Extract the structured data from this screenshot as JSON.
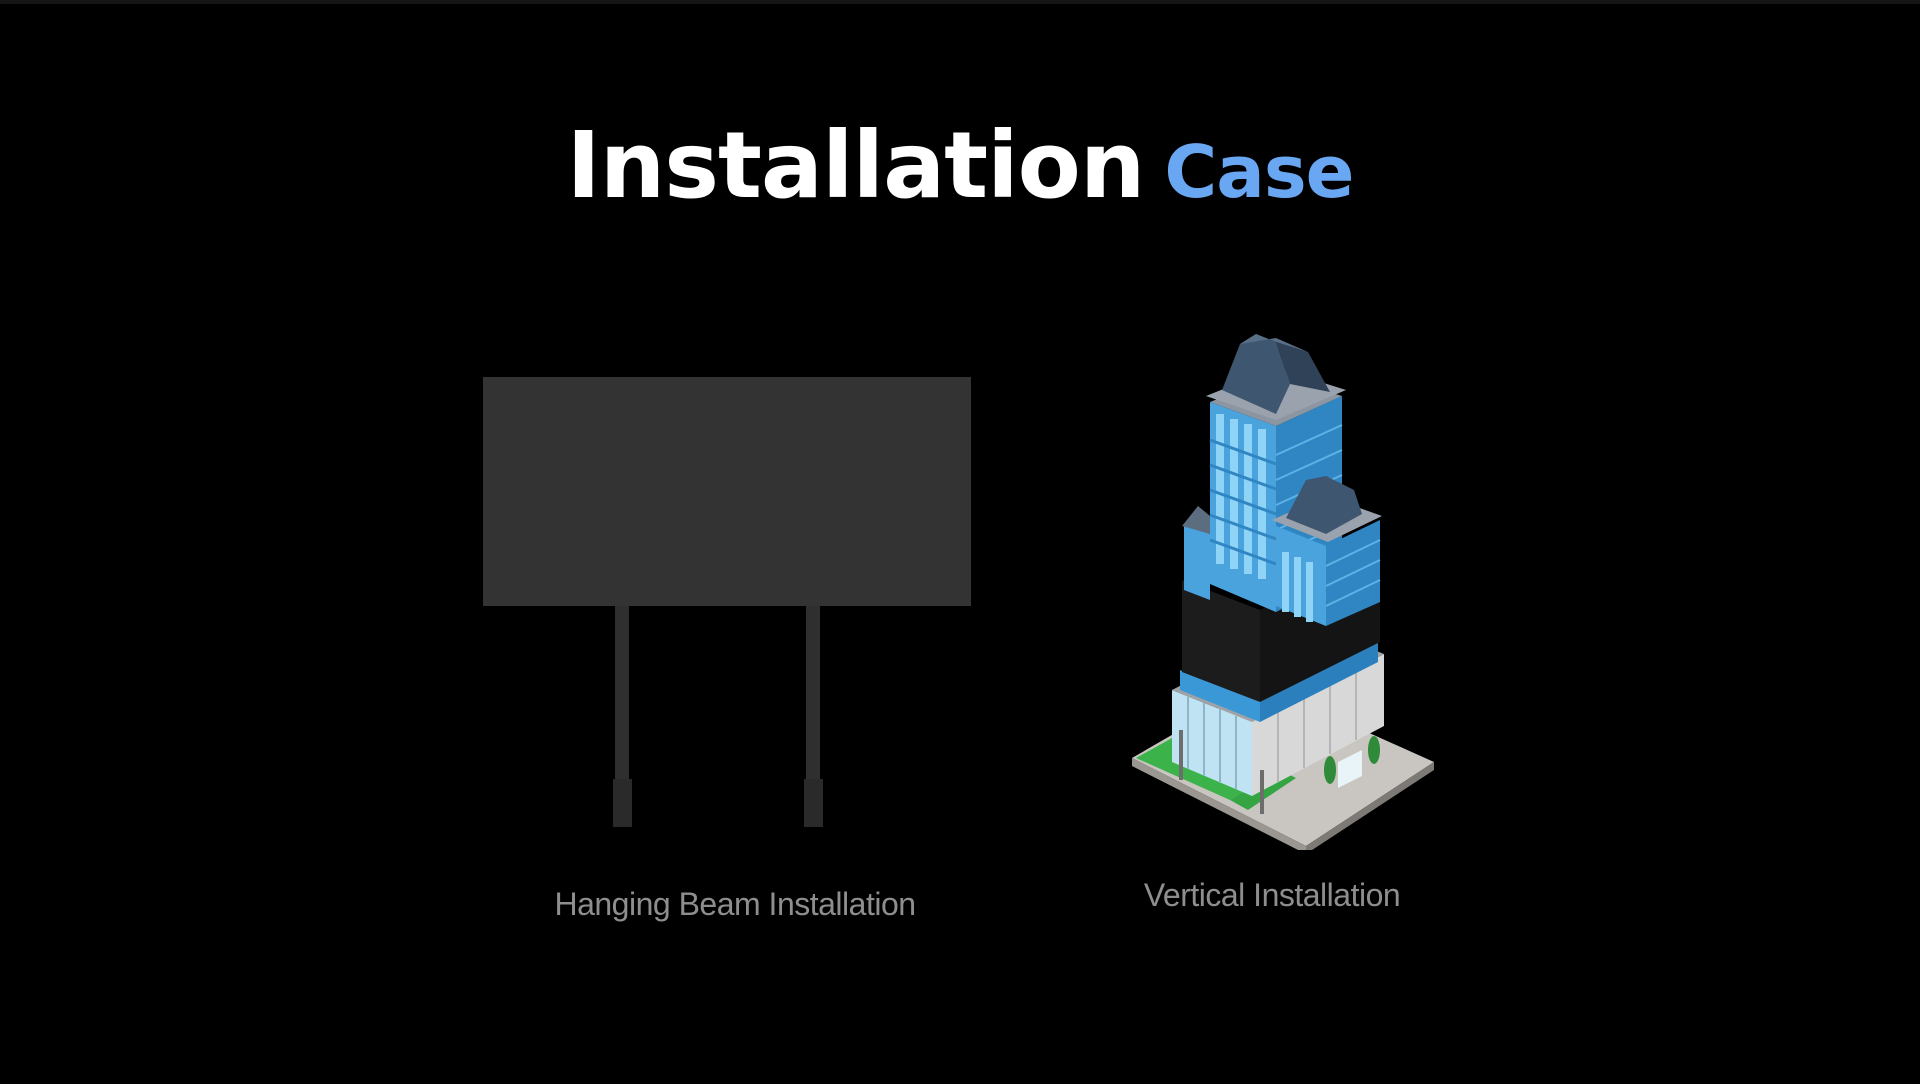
{
  "slide": {
    "title_main": "Installation",
    "title_accent": "Case",
    "accent_color": "#6aa7f2"
  },
  "cases": [
    {
      "label": "Hanging Beam Installation",
      "icon": "billboard-icon"
    },
    {
      "label": "Vertical Installation",
      "icon": "building-icon"
    }
  ],
  "colors": {
    "background": "#000000",
    "panel": "#333333",
    "caption": "#8e8e8e"
  }
}
